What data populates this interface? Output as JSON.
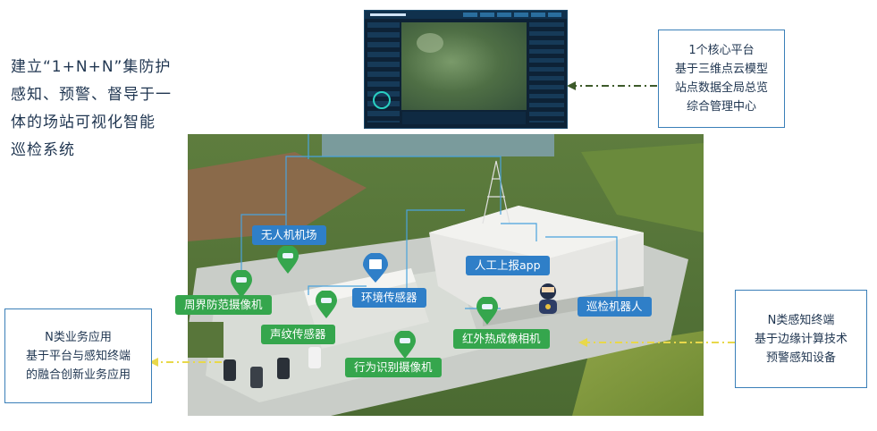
{
  "headline": "建立“1+N+N”集防护\n感知、预警、督导于一\n体的场站可视化智能\n巡检系统",
  "callouts": {
    "platform": "1个核心平台\n基于三维点云模型\n站点数据全局总览\n综合管理中心",
    "business": "N类业务应用\n基于平台与感知终端\n的融合创新业务应用",
    "terminal": "N类感知终端\n基于边缘计算技术\n预警感知设备"
  },
  "labels": {
    "drone_hangar": "无人机机场",
    "perimeter_camera": "周界防范摄像机",
    "env_sensor": "环境传感器",
    "manual_app": "人工上报app",
    "patrol_robot": "巡检机器人",
    "acoustic_sensor": "声纹传感器",
    "infrared_camera": "红外热成像相机",
    "behavior_camera": "行为识别摄像机"
  },
  "colors": {
    "label_blue": "#2f7fc8",
    "label_green": "#35a64d",
    "callout_border": "#3a7fb8",
    "arrow_dark": "#3d5a2a",
    "arrow_yellow": "#e8d84a",
    "text_dark": "#1f3550"
  },
  "icons": {
    "pin": "map-pin-icon",
    "camera": "camera-icon",
    "robot": "robot-icon",
    "tablet": "tablet-icon"
  }
}
